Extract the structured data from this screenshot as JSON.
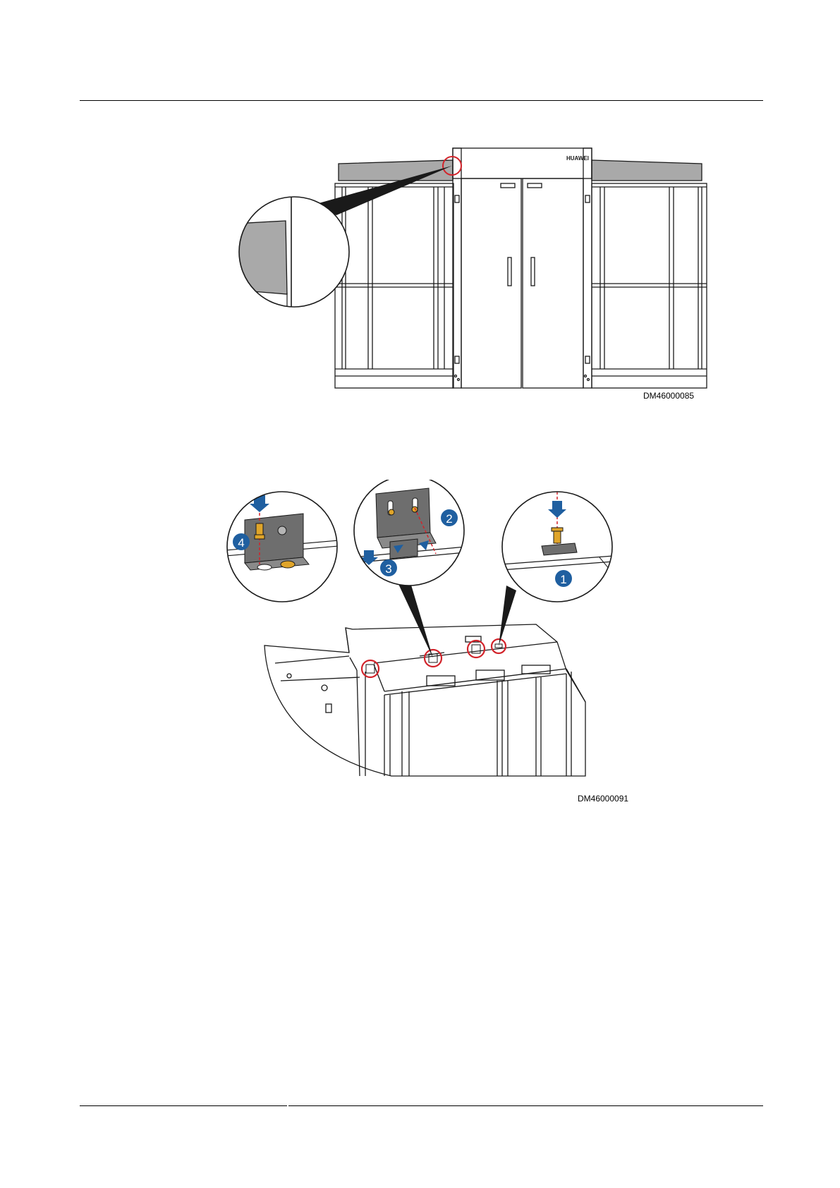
{
  "figure_1": {
    "id": "DM46000085",
    "logo_text": "HUAWEI"
  },
  "figure_2": {
    "id": "DM46000091",
    "steps": [
      "1",
      "2",
      "3",
      "4"
    ]
  },
  "colors": {
    "ink": "#1a1a1a",
    "highlight_red": "#d2232a",
    "step_blue": "#1f5fa0",
    "panel_gray": "#a9a9a9",
    "screw_gold": "#e0a52a"
  }
}
